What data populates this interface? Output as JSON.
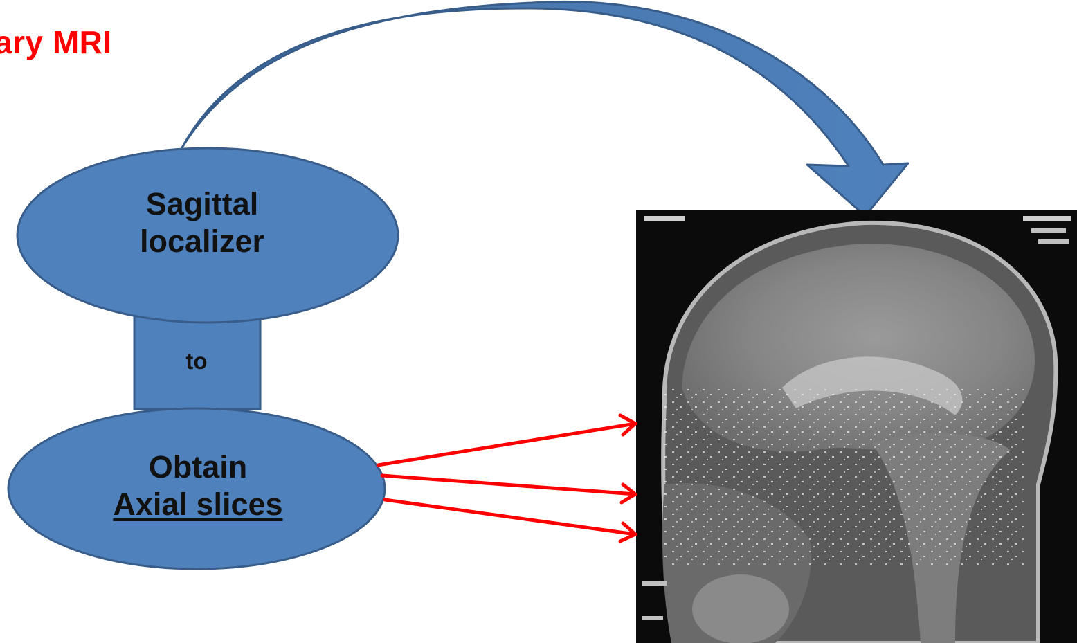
{
  "title": "ary MRI",
  "nodes": {
    "localizer": {
      "line1": "Sagittal",
      "line2": "localizer"
    },
    "connector": {
      "label": "to"
    },
    "axial": {
      "line1": "Obtain",
      "line2": "Axial slices"
    }
  },
  "colors": {
    "title": "#ff0000",
    "shape_fill": "#4f81bd",
    "shape_stroke": "#385d8a",
    "arrow_red": "#ff0000",
    "text": "#111111"
  },
  "icons": {
    "curved_arrow": "curved-arrow-icon",
    "mri_image": "sagittal-mri-image"
  }
}
